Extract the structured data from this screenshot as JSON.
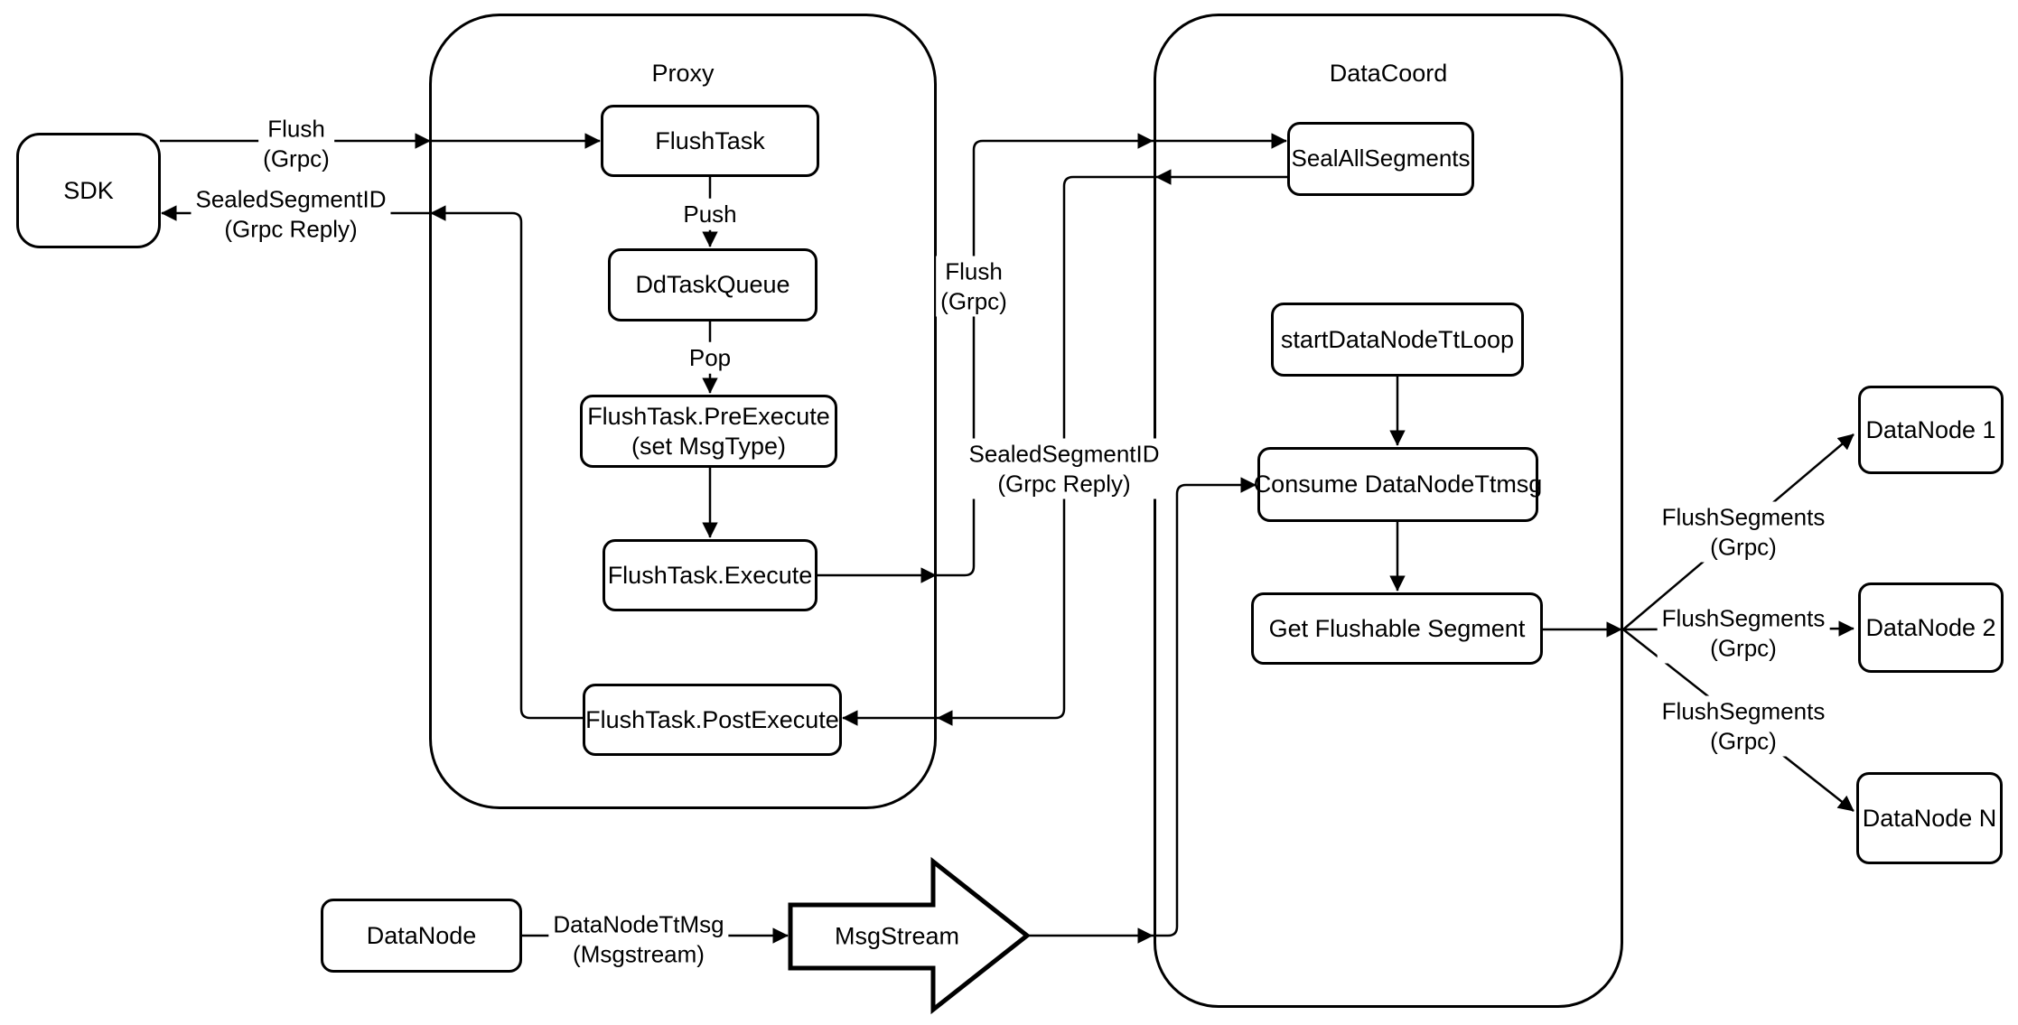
{
  "diagram": {
    "colors": {
      "stroke": "#000000",
      "fill": "#ffffff"
    },
    "containers": {
      "proxy": {
        "label": "Proxy"
      },
      "datacoord": {
        "label": "DataCoord"
      }
    },
    "nodes": {
      "sdk": {
        "label": "SDK"
      },
      "flush_task": {
        "label": "FlushTask"
      },
      "dd_task_queue": {
        "label": "DdTaskQueue"
      },
      "pre_execute": {
        "line1": "FlushTask.PreExecute",
        "line2": "(set MsgType)"
      },
      "execute": {
        "label": "FlushTask.Execute"
      },
      "post_execute": {
        "label": "FlushTask.PostExecute"
      },
      "seal_all_segments": {
        "label": "SealAllSegments"
      },
      "start_datanode_tt_loop": {
        "label": "startDataNodeTtLoop"
      },
      "consume_datanode_ttmsg": {
        "label": "Consume DataNodeTtmsg"
      },
      "get_flushable_segment": {
        "label": "Get Flushable Segment"
      },
      "datanode_1": {
        "label": "DataNode 1"
      },
      "datanode_2": {
        "label": "DataNode 2"
      },
      "datanode_n": {
        "label": "DataNode N"
      },
      "datanode_source": {
        "label": "DataNode"
      },
      "msgstream": {
        "label": "MsgStream"
      }
    },
    "edge_labels": {
      "flush_sdk": {
        "line1": "Flush",
        "line2": "(Grpc)"
      },
      "sealed_sdk": {
        "line1": "SealedSegmentID",
        "line2": "(Grpc Reply)"
      },
      "push": {
        "line1": "Push"
      },
      "pop": {
        "line1": "Pop"
      },
      "flush_datacoord": {
        "line1": "Flush",
        "line2": "(Grpc)"
      },
      "sealed_datacoord": {
        "line1": "SealedSegmentID",
        "line2": "(Grpc Reply)"
      },
      "datanode_ttmsg": {
        "line1": "DataNodeTtMsg",
        "line2": "(Msgstream)"
      },
      "flush_segments_1": {
        "line1": "FlushSegments",
        "line2": "(Grpc)"
      },
      "flush_segments_2": {
        "line1": "FlushSegments",
        "line2": "(Grpc)"
      },
      "flush_segments_3": {
        "line1": "FlushSegments",
        "line2": "(Grpc)"
      }
    }
  }
}
